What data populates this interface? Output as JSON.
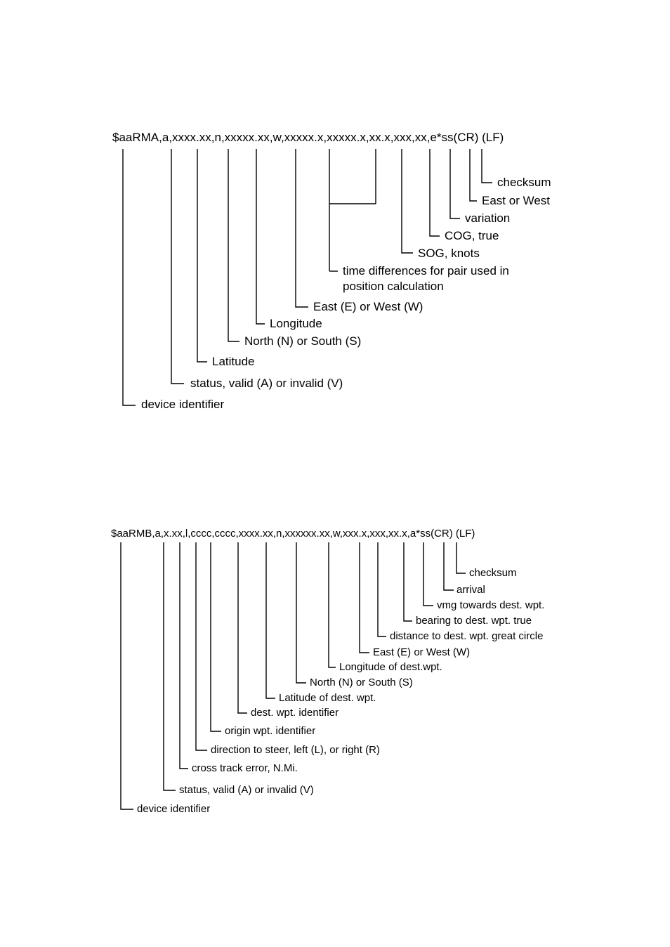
{
  "rma": {
    "sentence": "$aaRMA,a,xxxx.xx,n,xxxxx.xx,w,xxxxx.x,xxxxx.x,xx.x,xxx,xx,e*ss(CR) (LF)",
    "labels": [
      "checksum",
      "East or West",
      "variation",
      "COG, true",
      "SOG, knots",
      "time differences for pair used in",
      "position calculation",
      "East (E) or West (W)",
      "Longitude",
      "North (N) or South (S)",
      "Latitude",
      "status, valid (A) or invalid (V)",
      "device identifier"
    ]
  },
  "rmb": {
    "sentence": "$aaRMB,a,x.xx,l,cccc,cccc,xxxx.xx,n,xxxxxx.xx,w,xxx.x,xxx,xx.x,a*ss(CR) (LF)",
    "labels": [
      "checksum",
      "arrival",
      "vmg towards dest. wpt.",
      "bearing to dest. wpt. true",
      "distance to dest. wpt. great circle",
      "East (E) or West (W)",
      "Longitude of dest.wpt.",
      "North (N) or South (S)",
      "Latitude of dest. wpt.",
      "dest. wpt. identifier",
      "origin wpt. identifier",
      "direction to steer, left (L), or right (R)",
      "cross track error, N.Mi.",
      "status, valid (A) or invalid (V)",
      "device identifier"
    ]
  }
}
